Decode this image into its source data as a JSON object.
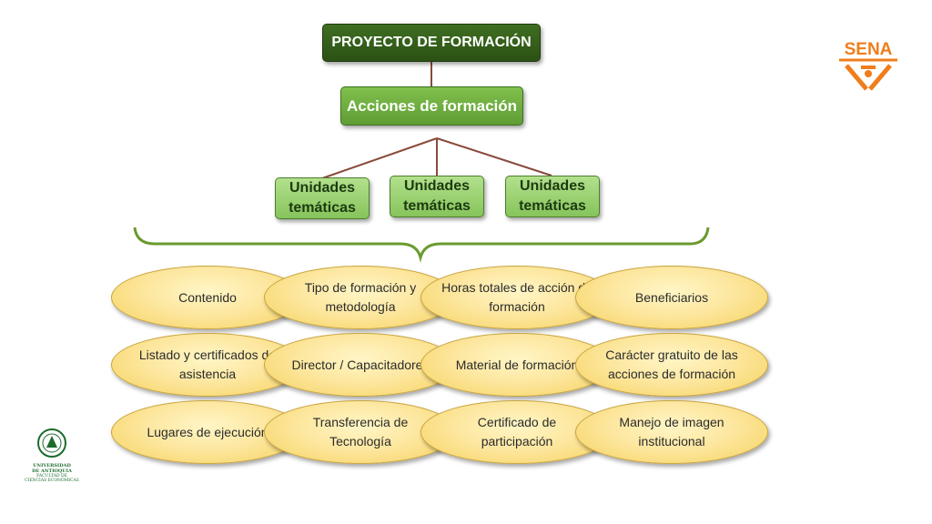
{
  "root": {
    "label": "PROYECTO DE FORMACIÓN"
  },
  "level2": {
    "label": "Acciones de formación"
  },
  "units": [
    {
      "label": "Unidades temáticas"
    },
    {
      "label": "Unidades temáticas"
    },
    {
      "label": "Unidades temáticas"
    }
  ],
  "items": {
    "row1": [
      "Contenido",
      "Tipo de formación y metodología",
      "Horas totales de acción de formación",
      "Beneficiarios"
    ],
    "row2": [
      "Listado y certificados de asistencia",
      "Director / Capacitadores",
      "Material de formación",
      "Carácter gratuito de las acciones de formación"
    ],
    "row3": [
      "Lugares de ejecución",
      "Transferencia de Tecnología",
      "Certificado de participación",
      "Manejo de imagen institucional"
    ]
  },
  "logos": {
    "sena": {
      "text": "SENA",
      "color": "#f07d1b"
    },
    "udea": {
      "line1": "UNIVERSIDAD",
      "line2": "DE ANTIOQUIA",
      "line3": "FACULTAD DE",
      "line4": "CIENCIAS ECONÓMICAS",
      "color": "#1c6b2c"
    }
  },
  "colors": {
    "root_box": "#2b5114",
    "level2_box": "#6aaa3e",
    "unit_box": "#9ed277",
    "connector": "#8a4a3a",
    "brace": "#6a9a2e",
    "oval_fill": "#f8d96a"
  }
}
